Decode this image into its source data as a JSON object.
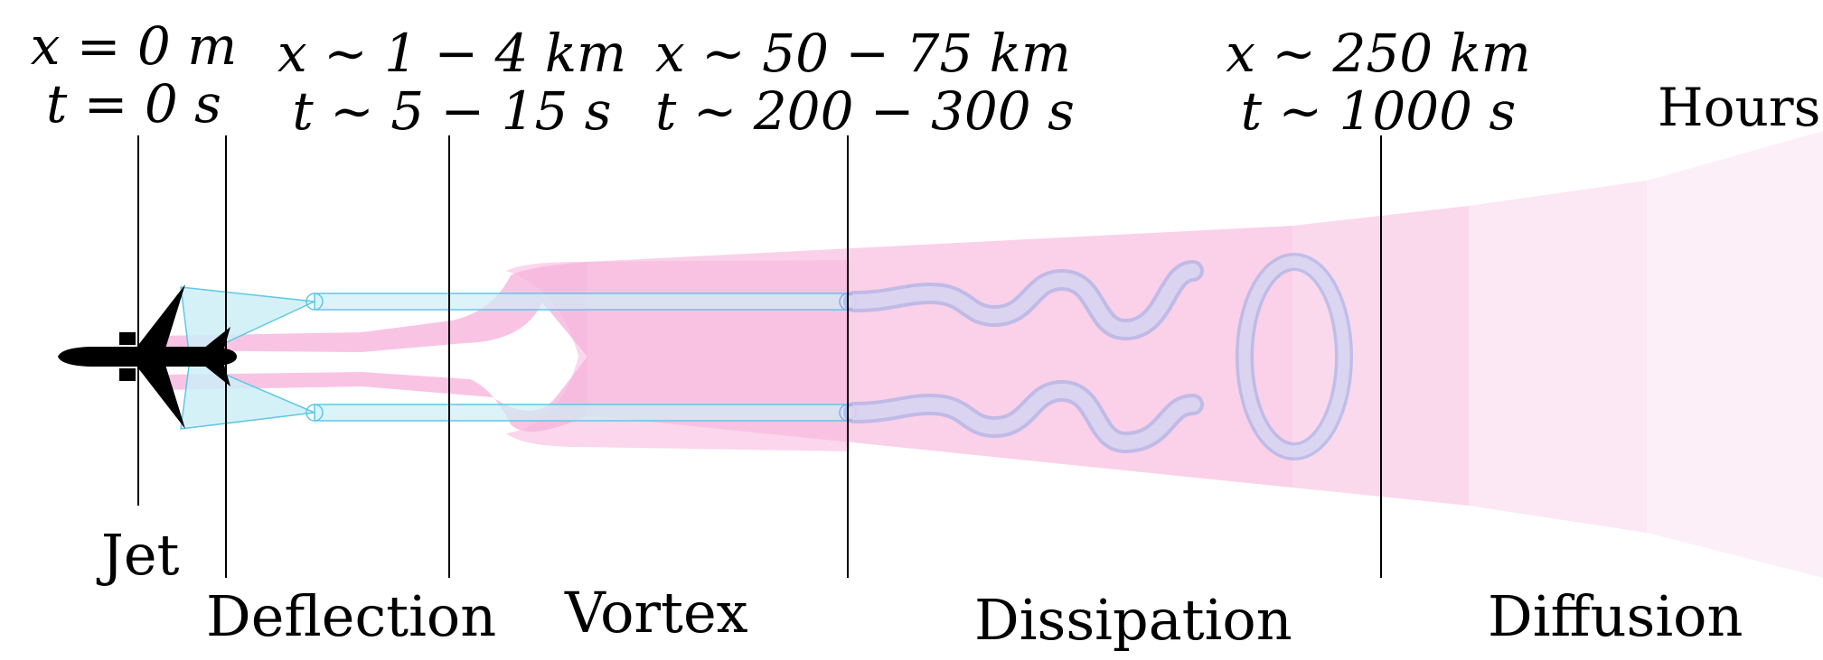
{
  "top_labels": [
    {
      "line1": "x = 0 m",
      "line2": "t = 0 s"
    },
    {
      "line1": "x ∼ 1 − 4 km",
      "line2": "t ∼ 5 − 15 s"
    },
    {
      "line1": "x ∼ 50 − 75 km",
      "line2": "t ∼ 200 − 300 s"
    },
    {
      "line1": "x ∼ 250 km",
      "line2": "t ∼ 1000 s"
    },
    {
      "line1": "Hours"
    }
  ],
  "phases": [
    "Jet",
    "Deflection",
    "Vortex",
    "Dissipation",
    "Diffusion"
  ],
  "icons": {
    "aircraft": "airplane-icon"
  },
  "colors": {
    "plume_pink": "#f7b4dc",
    "wake_cyan": "#cdeef7",
    "wake_cyan_stroke": "#5fc8e6",
    "vortex_lilac": "#c9bfe6",
    "vortex_stroke": "#8fa7e6",
    "aircraft": "#000000"
  }
}
